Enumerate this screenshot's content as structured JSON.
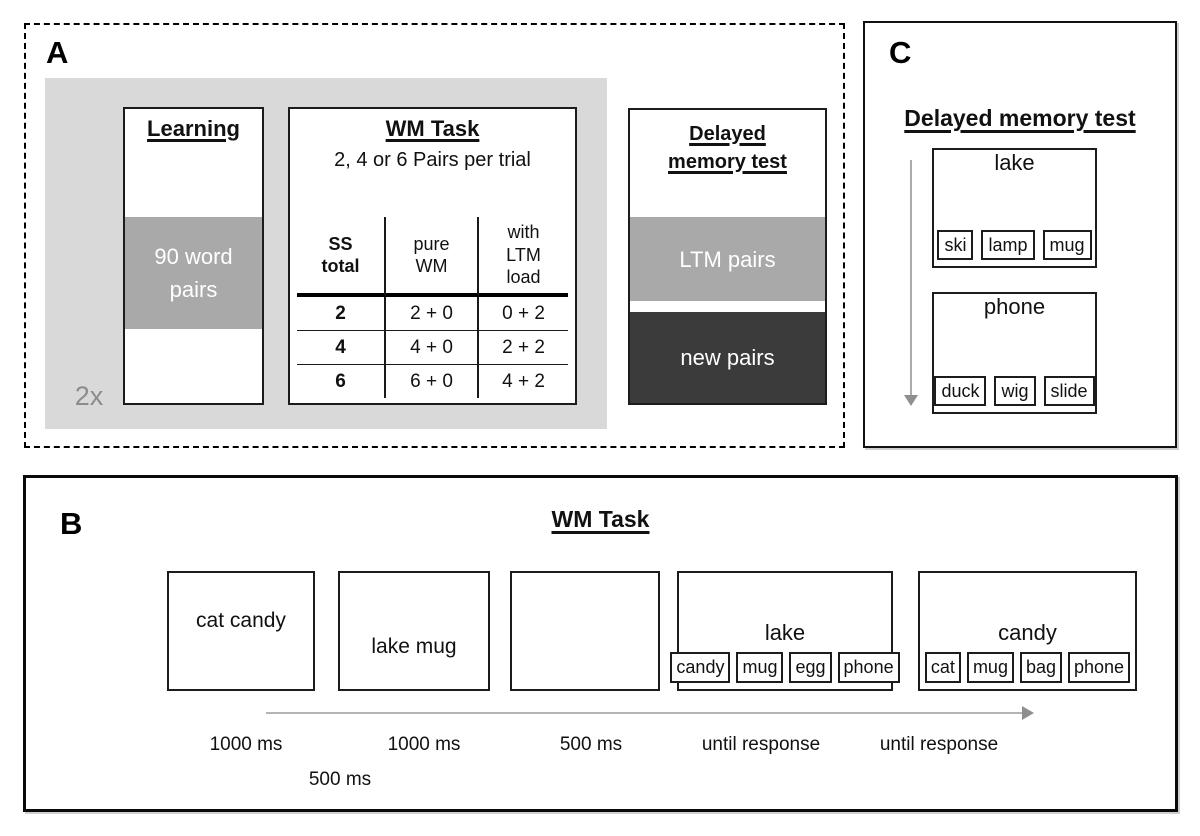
{
  "panel_a": {
    "label": "A",
    "repeat_label": "2x",
    "learning": {
      "title": "Learning",
      "band": "90 word\npairs"
    },
    "wm_task": {
      "title": "WM Task",
      "subtitle": "2, 4 or 6 Pairs per trial",
      "table": {
        "headers": [
          "SS\ntotal",
          "pure\nWM",
          "with\nLTM\nload"
        ],
        "rows": [
          [
            "2",
            "2 + 0",
            "0 + 2"
          ],
          [
            "4",
            "4 + 0",
            "2 + 2"
          ],
          [
            "6",
            "6 + 0",
            "4 + 2"
          ]
        ]
      }
    },
    "delayed_test": {
      "title": "Delayed\nmemory test",
      "ltm_band": "LTM pairs",
      "new_band": "new pairs"
    }
  },
  "panel_b": {
    "label": "B",
    "title": "WM Task",
    "screens": [
      {
        "text": "cat candy"
      },
      {
        "text": "lake mug"
      },
      {
        "text": ""
      },
      {
        "cue": "lake",
        "options": [
          "candy",
          "mug",
          "egg",
          "phone"
        ]
      },
      {
        "cue": "candy",
        "options": [
          "cat",
          "mug",
          "bag",
          "phone"
        ]
      }
    ],
    "durations": [
      "1000 ms",
      "1000 ms",
      "500 ms",
      "until response",
      "until response"
    ],
    "isi_duration": "500 ms"
  },
  "panel_c": {
    "label": "C",
    "title": "Delayed memory test",
    "trials": [
      {
        "cue": "lake",
        "options": [
          "ski",
          "lamp",
          "mug"
        ]
      },
      {
        "cue": "phone",
        "options": [
          "duck",
          "wig",
          "slide"
        ]
      }
    ]
  },
  "colors": {
    "panel_background_gray": "#d9d9d9",
    "band_gray": "#a9a9a9",
    "band_dark": "#3b3b3b",
    "muted_text_gray": "#8c8c8c",
    "arrow_gray": "#b5b5b5"
  }
}
